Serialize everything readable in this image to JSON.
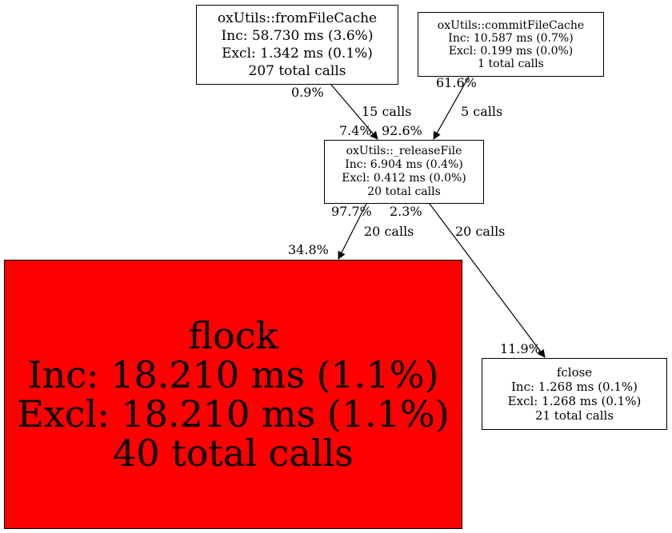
{
  "nodes": {
    "fromFileCache": {
      "name": "oxUtils::fromFileCache",
      "inc": "Inc: 58.730 ms (3.6%)",
      "excl": "Excl: 1.342 ms (0.1%)",
      "calls": "207 total calls"
    },
    "commitFileCache": {
      "name": "oxUtils::commitFileCache",
      "inc": "Inc: 10.587 ms (0.7%)",
      "excl": "Excl: 0.199 ms (0.0%)",
      "calls": "1 total calls"
    },
    "releaseFile": {
      "name": "oxUtils::_releaseFile",
      "inc": "Inc: 6.904 ms (0.4%)",
      "excl": "Excl: 0.412 ms (0.0%)",
      "calls": "20 total calls"
    },
    "flock": {
      "name": "flock",
      "inc": "Inc: 18.210 ms (1.1%)",
      "excl": "Excl: 18.210 ms (1.1%)",
      "calls": "40 total calls",
      "color": "#ff0000"
    },
    "fclose": {
      "name": "fclose",
      "inc": "Inc: 1.268 ms (0.1%)",
      "excl": "Excl: 1.268 ms (0.1%)",
      "calls": "21 total calls"
    }
  },
  "edges": {
    "from_to_release": {
      "tail_pct": "0.9%",
      "calls": "15 calls",
      "head_pct": "7.4%"
    },
    "commit_to_release": {
      "tail_pct": "61.6%",
      "calls": "5 calls",
      "head_pct": "92.6%"
    },
    "release_to_flock": {
      "tail_pct": "97.7%",
      "calls": "20 calls",
      "head_pct": "34.8%"
    },
    "release_to_fclose": {
      "tail_pct": "2.3%",
      "calls": "20 calls",
      "head_pct": "11.9%"
    }
  }
}
